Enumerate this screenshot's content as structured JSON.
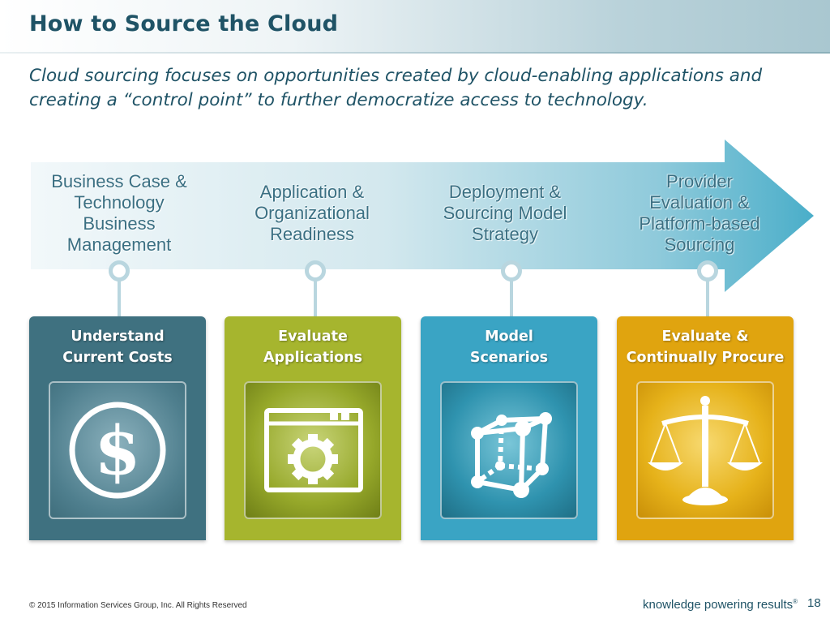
{
  "slide": {
    "title": "How to Source the Cloud",
    "subtitle": "Cloud sourcing focuses on opportunities created by cloud-enabling applications and creating a “control point” to further democratize access to technology."
  },
  "process": {
    "stages": [
      {
        "label_lines": [
          "Business Case &",
          "Technology",
          "Business",
          "Management"
        ]
      },
      {
        "label_lines": [
          "Application &",
          "Organizational",
          "Readiness"
        ]
      },
      {
        "label_lines": [
          "Deployment &",
          "Sourcing Model",
          "Strategy"
        ]
      },
      {
        "label_lines": [
          "Provider",
          "Evaluation &",
          "Platform-based",
          "Sourcing"
        ]
      }
    ]
  },
  "steps": [
    {
      "heading_lines": [
        "Understand",
        "Current Costs"
      ],
      "icon": "dollar-icon",
      "color": "#3f7180"
    },
    {
      "heading_lines": [
        "Evaluate",
        "Applications"
      ],
      "icon": "application-gear-icon",
      "color": "#a6b52e"
    },
    {
      "heading_lines": [
        "Model",
        "Scenarios"
      ],
      "icon": "cube-model-icon",
      "color": "#3aa4c4"
    },
    {
      "heading_lines": [
        "Evaluate &",
        "Continually Procure"
      ],
      "icon": "scales-icon",
      "color": "#e0a40f"
    }
  ],
  "footer": {
    "copyright": "© 2015 Information Services Group, Inc. All Rights Reserved",
    "tagline": "knowledge powering results",
    "tagline_mark": "®",
    "page_number": "18"
  }
}
